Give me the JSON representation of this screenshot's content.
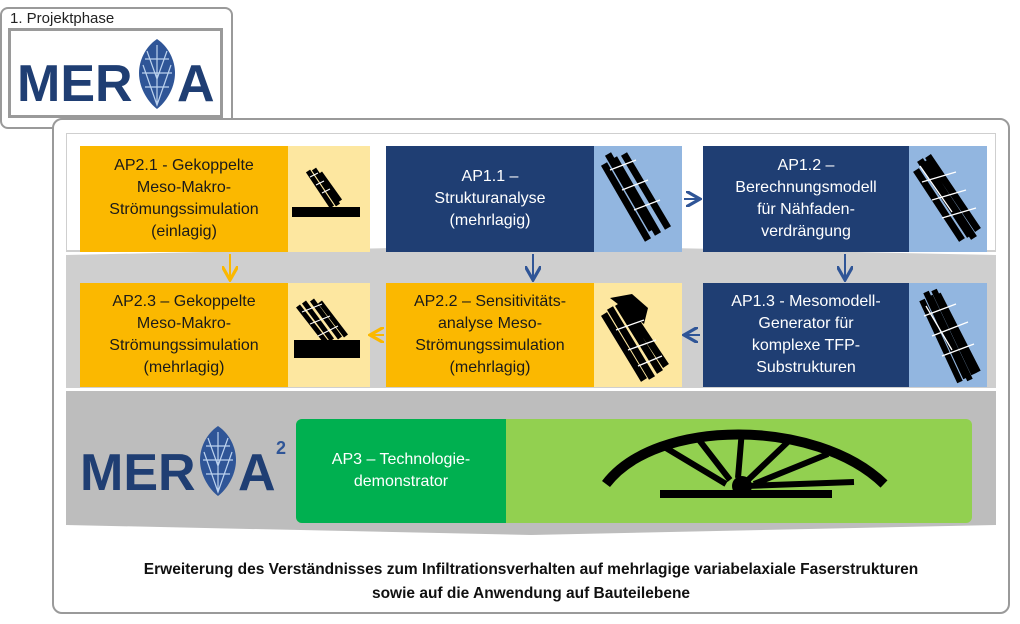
{
  "phase_label": "1. Projektphase",
  "logo_text_left": "MER",
  "logo_text_right": "A",
  "logo2_sup": "2",
  "boxes": {
    "ap21": "AP2.1 - Gekoppelte\nMeso-Makro-\nStrömungssimulation\n(einlagig)",
    "ap11": "AP1.1 –\nStrukturanalyse\n(mehrlagig)",
    "ap12": "AP1.2 –\nBerechnungsmodell\nfür Nähfaden-\nverdrängung",
    "ap23": "AP2.3 – Gekoppelte\nMeso-Makro-\nStrömungssimulation\n(mehrlagig)",
    "ap22": "AP2.2 – Sensitivitäts-\nanalyse Meso-\nStrömungssimulation\n(mehrlagig)",
    "ap13": "AP1.3 - Mesomodell-\nGenerator für\nkomplexe TFP-\nSubstrukturen",
    "ap3": "AP3 – Technologie-\ndemonstrator"
  },
  "caption_line1": "Erweiterung des Verständnisses zum Infiltrationsverhalten auf mehrlagige variabelaxiale Faserstrukturen",
  "caption_line2": "sowie auf die Anwendung auf Bauteilebene",
  "colors": {
    "navy": "#1f3e73",
    "orange": "#fbb800",
    "light_orange": "#fde7a0",
    "light_blue": "#92b6e0",
    "green": "#00b050",
    "light_green": "#92d050",
    "gray_band": "#cfcfcf",
    "arrow_orange": "#fbb800",
    "arrow_blue": "#2f5597"
  },
  "chart_data": {
    "type": "diagram",
    "nodes": [
      "AP2.1",
      "AP1.1",
      "AP1.2",
      "AP2.3",
      "AP2.2",
      "AP1.3",
      "AP3"
    ],
    "edges": [
      [
        "AP1.1",
        "AP1.2"
      ],
      [
        "AP2.1",
        "AP2.3"
      ],
      [
        "AP1.1",
        "AP2.2"
      ],
      [
        "AP1.2",
        "AP1.3"
      ],
      [
        "AP1.3",
        "AP2.2"
      ],
      [
        "AP2.2",
        "AP2.3"
      ]
    ]
  }
}
